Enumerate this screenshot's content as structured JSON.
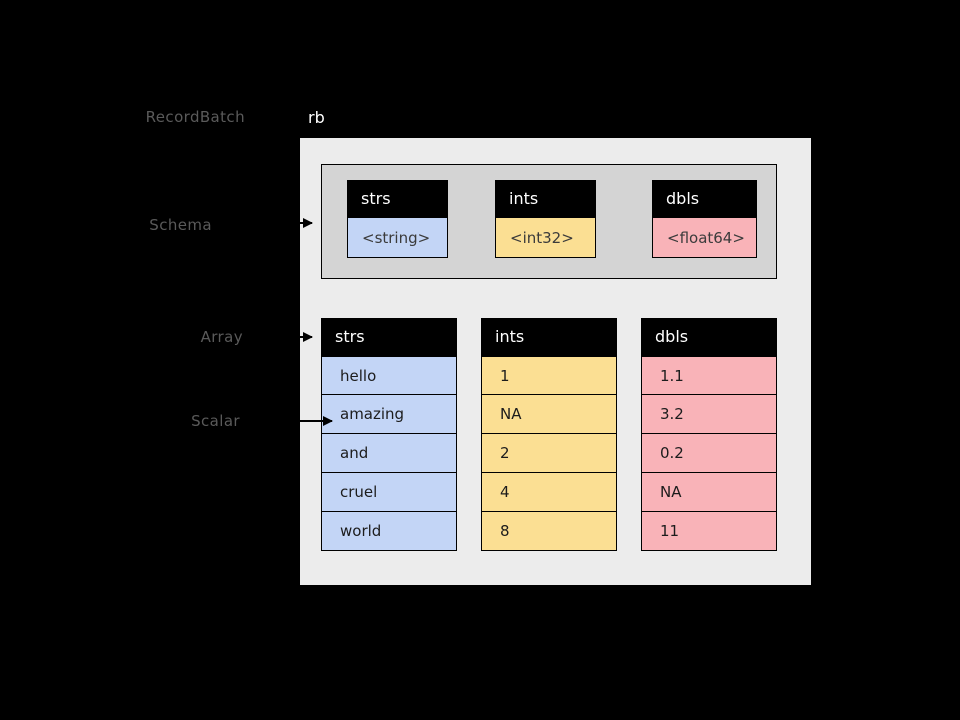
{
  "diagram": {
    "title_rb": "rb",
    "side_labels": {
      "recordbatch": "RecordBatch",
      "schema": "Schema",
      "array": "Array",
      "scalar": "Scalar"
    }
  },
  "schema": {
    "columns": [
      {
        "name": "strs",
        "type": "<string>",
        "tint": "string"
      },
      {
        "name": "ints",
        "type": "<int32>",
        "tint": "int32"
      },
      {
        "name": "dbls",
        "type": "<float64>",
        "tint": "float64"
      }
    ]
  },
  "arrays": {
    "columns": [
      {
        "name": "strs",
        "tint": "string",
        "values": [
          "hello",
          "amazing",
          "and",
          "cruel",
          "world"
        ]
      },
      {
        "name": "ints",
        "tint": "int32",
        "values": [
          "1",
          "NA",
          "2",
          "4",
          "8"
        ]
      },
      {
        "name": "dbls",
        "tint": "float64",
        "values": [
          "1.1",
          "3.2",
          "0.2",
          "NA",
          "11"
        ]
      }
    ]
  },
  "colors": {
    "background": "#000000",
    "panel": "#ececec",
    "schema_box": "#d4d4d4",
    "header": "#000000",
    "string_tint": "#c3d5f6",
    "int32_tint": "#fbdf93",
    "float64_tint": "#f9b3b8",
    "label_gray": "#5a5a5a",
    "title_white": "#ffffff"
  }
}
